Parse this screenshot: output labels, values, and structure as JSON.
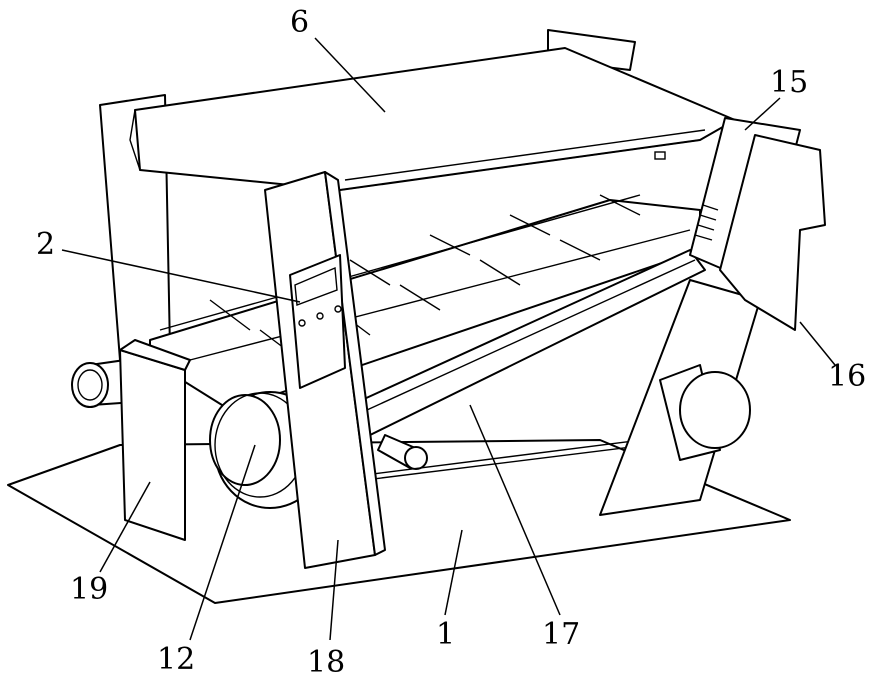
{
  "figure": {
    "labels": {
      "frame_top_roller": "6",
      "side_unit": "15",
      "control_panel": "2",
      "drive_box": "16",
      "support_left": "19",
      "pulley": "12",
      "front_post": "18",
      "base_plate": "1",
      "inclined_conveyor": "17"
    }
  }
}
